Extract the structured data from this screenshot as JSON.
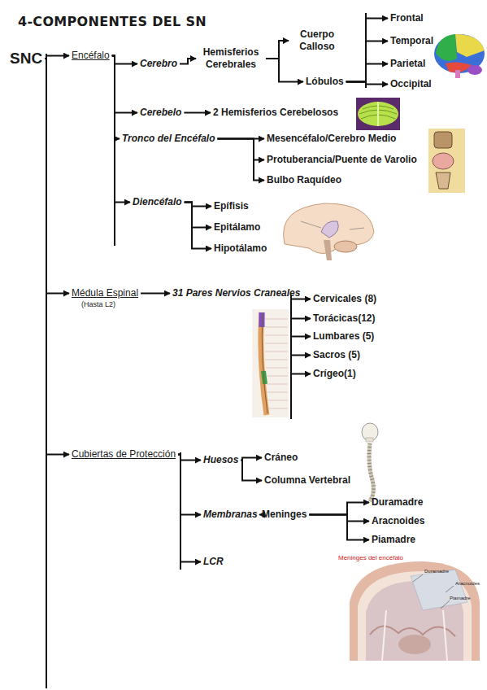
{
  "diagram": {
    "title": "4-COMPONENTES DEL SN",
    "nodes": [
      {
        "text": [
          "SNC"
        ]
      },
      {
        "text": [
          "Encéfalo"
        ]
      },
      {
        "text": [
          "Cerebro"
        ]
      },
      {
        "text": [
          "Hemisferios Cerebrales"
        ]
      },
      {
        "text": [
          "Cuerpo Calloso"
        ]
      },
      {
        "text": [
          "Lóbulos"
        ]
      },
      {
        "text": [
          "Frontal"
        ]
      },
      {
        "text": [
          "Temporal"
        ]
      },
      {
        "text": [
          "Parietal"
        ]
      },
      {
        "text": [
          "Occipital"
        ]
      },
      {
        "text": [
          "Cerebelo"
        ]
      },
      {
        "text": [
          "2 Hemisferios Cerebelosos"
        ]
      },
      {
        "text": [
          "Tronco del Encéfalo"
        ]
      },
      {
        "text": [
          "Mesencéfalo/Cerebro Medio"
        ]
      },
      {
        "text": [
          "Protuberancia/Puente de Varolio"
        ]
      },
      {
        "text": [
          "Bulbo Raquídeo"
        ]
      },
      {
        "text": [
          "Diencéfalo"
        ]
      },
      {
        "text": [
          "Epífisis"
        ]
      },
      {
        "text": [
          "Epitálamo"
        ]
      },
      {
        "text": [
          "Hipotálamo"
        ]
      },
      {
        "text": [
          "Médula Espinal",
          "(Hasta L2)"
        ]
      },
      {
        "text": [
          "31 Pares Nervios Craneales"
        ]
      },
      {
        "text": [
          "Cervicales (8)"
        ]
      },
      {
        "text": [
          "Torácicas(12)"
        ]
      },
      {
        "text": [
          "Lumbares (5)"
        ]
      },
      {
        "text": [
          "Sacros (5)"
        ]
      },
      {
        "text": [
          "Crígeo(1)"
        ]
      },
      {
        "text": [
          "Cubiertas de Protección"
        ]
      },
      {
        "text": [
          "Huesos"
        ]
      },
      {
        "text": [
          "Cráneo"
        ]
      },
      {
        "text": [
          "Columna Vertebral"
        ]
      },
      {
        "text": [
          "Membranas"
        ]
      },
      {
        "text": [
          "Meninges"
        ]
      },
      {
        "text": [
          "Duramadre"
        ]
      },
      {
        "text": [
          "Aracnoides"
        ]
      },
      {
        "text": [
          "Piamadre"
        ]
      },
      {
        "text": [
          "LCR"
        ]
      }
    ],
    "edges": [
      {
        "from": 0,
        "to": 1,
        "arrow": "to"
      },
      {
        "from": 0,
        "to": 20,
        "arrow": "to"
      },
      {
        "from": 0,
        "to": 27,
        "arrow": "to"
      },
      {
        "from": 1,
        "to": 2,
        "arrow": "to"
      },
      {
        "from": 1,
        "to": 10,
        "arrow": "to"
      },
      {
        "from": 1,
        "to": 12,
        "arrow": "to"
      },
      {
        "from": 1,
        "to": 16,
        "arrow": "to"
      },
      {
        "from": 2,
        "to": 3,
        "arrow": "to"
      },
      {
        "from": 3,
        "to": 4,
        "arrow": "to"
      },
      {
        "from": 3,
        "to": 5,
        "arrow": "to"
      },
      {
        "from": 5,
        "to": 6,
        "arrow": "to"
      },
      {
        "from": 5,
        "to": 7,
        "arrow": "to"
      },
      {
        "from": 5,
        "to": 8,
        "arrow": "to"
      },
      {
        "from": 5,
        "to": 9,
        "arrow": "to"
      },
      {
        "from": 10,
        "to": 11,
        "arrow": "to"
      },
      {
        "from": 12,
        "to": 13,
        "arrow": "to"
      },
      {
        "from": 12,
        "to": 14,
        "arrow": "to"
      },
      {
        "from": 12,
        "to": 15,
        "arrow": "to"
      },
      {
        "from": 16,
        "to": 17,
        "arrow": "to"
      },
      {
        "from": 16,
        "to": 18,
        "arrow": "to"
      },
      {
        "from": 16,
        "to": 19,
        "arrow": "to"
      },
      {
        "from": 20,
        "to": 21,
        "arrow": "to"
      },
      {
        "from": 21,
        "to": 22,
        "arrow": "to"
      },
      {
        "from": 21,
        "to": 23,
        "arrow": "to"
      },
      {
        "from": 21,
        "to": 24,
        "arrow": "to"
      },
      {
        "from": 21,
        "to": 25,
        "arrow": "to"
      },
      {
        "from": 21,
        "to": 26,
        "arrow": "to"
      },
      {
        "from": 27,
        "to": 28,
        "arrow": "to"
      },
      {
        "from": 27,
        "to": 31,
        "arrow": "to"
      },
      {
        "from": 27,
        "to": 36,
        "arrow": "to"
      },
      {
        "from": 28,
        "to": 29,
        "arrow": "to"
      },
      {
        "from": 28,
        "to": 30,
        "arrow": "to"
      },
      {
        "from": 31,
        "to": 32,
        "arrow": "to"
      },
      {
        "from": 32,
        "to": 33,
        "arrow": "to"
      },
      {
        "from": 32,
        "to": 34,
        "arrow": "to"
      },
      {
        "from": 32,
        "to": 35,
        "arrow": "to"
      }
    ],
    "labels": [
      "Meninges del encéfalo",
      "Duramadre",
      "Aracnoides",
      "Piamadre"
    ]
  }
}
